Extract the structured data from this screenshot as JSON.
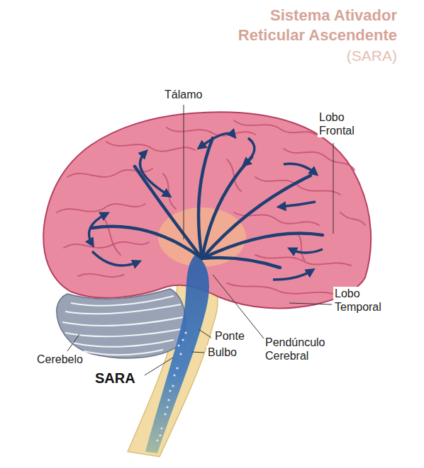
{
  "diagram": {
    "title": "Sistema Ativador Reticular Ascendente",
    "labels": [
      "(SARA)",
      "Tálamo",
      "Lobo Frontal",
      "Lobo Temporal",
      "Cerebelo",
      "Ponte",
      "Bulbo",
      "Pendúnculo Cerebral",
      "SARA"
    ]
  }
}
